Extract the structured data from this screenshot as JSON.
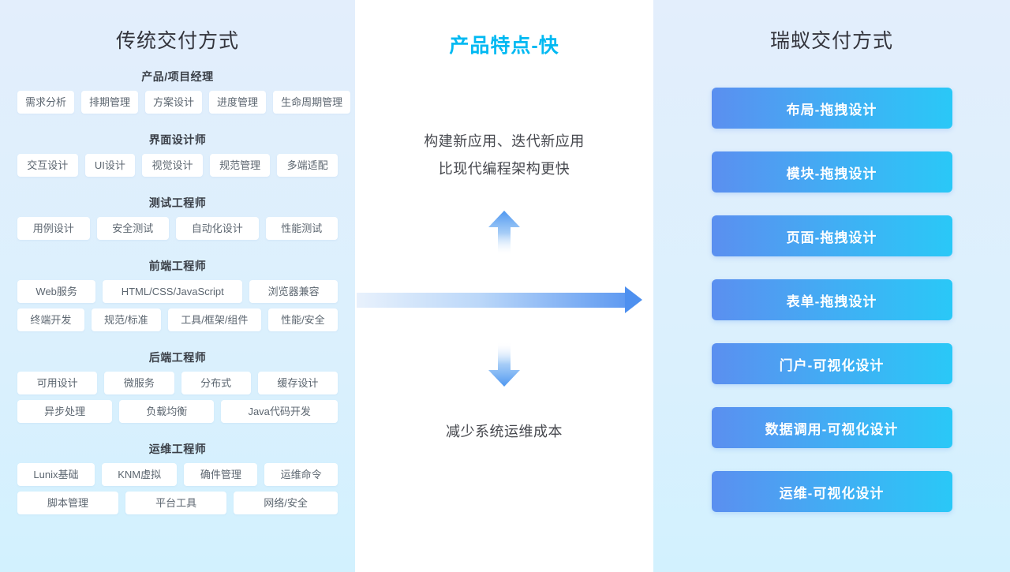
{
  "left": {
    "title": "传统交付方式",
    "groups": [
      {
        "role": "产品/项目经理",
        "rows": [
          [
            "需求分析",
            "排期管理",
            "方案设计",
            "进度管理",
            "生命周期管理"
          ]
        ]
      },
      {
        "role": "界面设计师",
        "rows": [
          [
            "交互设计",
            "UI设计",
            "视觉设计",
            "规范管理",
            "多端适配"
          ]
        ]
      },
      {
        "role": "测试工程师",
        "rows": [
          [
            "用例设计",
            "安全测试",
            "自动化设计",
            "性能测试"
          ]
        ]
      },
      {
        "role": "前端工程师",
        "rows": [
          [
            "Web服务",
            "HTML/CSS/JavaScript",
            "浏览器兼容"
          ],
          [
            "终端开发",
            "规范/标准",
            "工具/框架/组件",
            "性能/安全"
          ]
        ]
      },
      {
        "role": "后端工程师",
        "rows": [
          [
            "可用设计",
            "微服务",
            "分布式",
            "缓存设计"
          ],
          [
            "异步处理",
            "负载均衡",
            "Java代码开发"
          ]
        ]
      },
      {
        "role": "运维工程师",
        "rows": [
          [
            "Lunix基础",
            "KNM虚拟",
            "确件管理",
            "运维命令"
          ],
          [
            "脚本管理",
            "平台工具",
            "网络/安全"
          ]
        ]
      }
    ]
  },
  "middle": {
    "title": "产品特点-快",
    "line1": "构建新应用、迭代新应用",
    "line2": "比现代编程架构更快",
    "bottom_text": "减少系统运维成本",
    "icons": {
      "up": "up-arrow",
      "right": "right-arrow",
      "down": "down-arrow"
    }
  },
  "right": {
    "title": "瑞蚁交付方式",
    "buttons": [
      "布局-拖拽设计",
      "模块-拖拽设计",
      "页面-拖拽设计",
      "表单-拖拽设计",
      "门户-可视化设计",
      "数据调用-可视化设计",
      "运维-可视化设计"
    ]
  },
  "colors": {
    "accent_cyan": "#00b9f2",
    "arrow_blue": "#4e90ef",
    "button_gradient_start": "#5b8ff0",
    "button_gradient_end": "#2ac8f7",
    "side_bg_top": "#e3eefc",
    "side_bg_bottom": "#d2f1fe",
    "tag_text": "#5c6670"
  }
}
